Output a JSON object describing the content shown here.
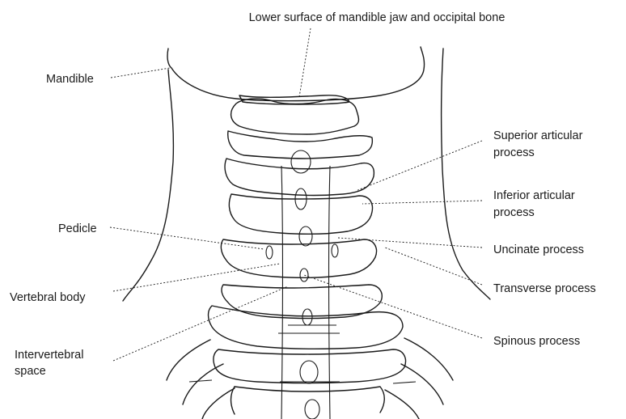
{
  "labels": {
    "top": "Lower surface of mandible jaw and occipital bone",
    "mandible": "Mandible",
    "pedicle": "Pedicle",
    "vertebral_body": "Vertebral body",
    "intervertebral_1": "Intervertebral",
    "intervertebral_2": "space",
    "superior_1": "Superior articular",
    "superior_2": "process",
    "inferior_1": "Inferior articular",
    "inferior_2": "process",
    "uncinate": "Uncinate process",
    "transverse": "Transverse process",
    "spinous": "Spinous process"
  },
  "colors": {
    "ink": "#1a1a1a",
    "background": "#ffffff"
  }
}
